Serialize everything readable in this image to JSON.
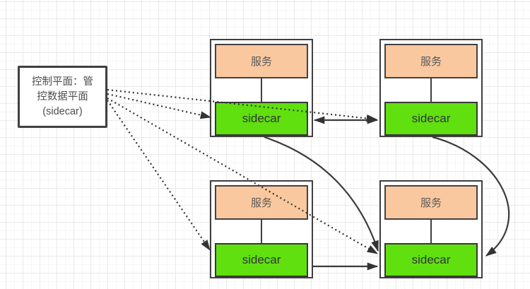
{
  "diagram": {
    "control_plane": {
      "lines": [
        "控制平面：管",
        "控数据平面",
        "(sidecar)"
      ]
    },
    "pods": [
      {
        "id": "top-left",
        "service_label": "服务",
        "sidecar_label": "sidecar"
      },
      {
        "id": "top-right",
        "service_label": "服务",
        "sidecar_label": "sidecar"
      },
      {
        "id": "bottom-left",
        "service_label": "服务",
        "sidecar_label": "sidecar"
      },
      {
        "id": "bottom-right",
        "service_label": "服务",
        "sidecar_label": "sidecar"
      }
    ],
    "edges": [
      {
        "from": "control-plane",
        "to": "top-left-sidecar",
        "style": "dotted-arrow"
      },
      {
        "from": "control-plane",
        "to": "top-right-sidecar",
        "style": "dotted-arrow"
      },
      {
        "from": "control-plane",
        "to": "bottom-left-sidecar",
        "style": "dotted-arrow"
      },
      {
        "from": "control-plane",
        "to": "bottom-right-sidecar",
        "style": "dotted-arrow"
      },
      {
        "from": "top-left-sidecar",
        "to": "top-right-sidecar",
        "style": "solid-double-arrow"
      },
      {
        "from": "bottom-left-sidecar",
        "to": "bottom-right-sidecar",
        "style": "solid-arrow"
      },
      {
        "from": "top-left-sidecar",
        "to": "bottom-right-sidecar",
        "style": "solid-curved-arrow"
      },
      {
        "from": "top-right-sidecar",
        "to": "bottom-right-sidecar",
        "style": "solid-curved-arrow"
      }
    ],
    "colors": {
      "service_fill": "#fac89e",
      "sidecar_fill": "#60e00f",
      "node_border": "#404040",
      "arrow": "#3b3b3b",
      "background": "#ffffff",
      "grid_line": "#e9e9e9"
    }
  }
}
